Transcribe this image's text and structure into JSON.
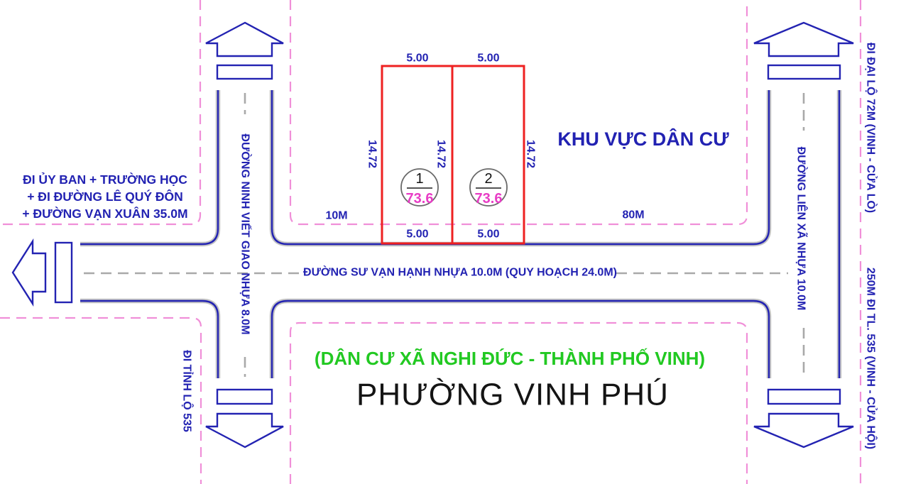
{
  "title_block": {
    "subtitle": "(DÂN CƯ XÃ NGHI ĐỨC - THÀNH PHỐ VINH)",
    "ward_title": "PHƯỜNG VINH PHÚ"
  },
  "area_label": "KHU VỰC DÂN CƯ",
  "left_directions": {
    "line1": "ĐI ỦY BAN + TRƯỜNG HỌC",
    "line2": "+ ĐI ĐƯỜNG LÊ QUÝ ĐÔN",
    "line3": "+ ĐƯỜNG VẠN XUÂN 35.0M"
  },
  "roads": {
    "vertical_left": "ĐƯỜNG NINH VIẾT GIAO NHỰA 8.0M",
    "horizontal": "ĐƯỜNG SƯ VẠN HẠNH NHỰA 10.0M (QUY HOẠCH 24.0M)",
    "vertical_right": "ĐƯỜNG LIÊN XÃ NHỰA 10.0M"
  },
  "margin_notes": {
    "left_bottom": "ĐI TỈNH LỘ 535",
    "right_top": "ĐI ĐẠI LỘ 72M (VINH - CỬA LÒ)",
    "right_bottom": "250M ĐI TL. 535 (VINH - CỬA HỘI)"
  },
  "plots": [
    {
      "id": "1",
      "area": "73.6"
    },
    {
      "id": "2",
      "area": "73.6"
    }
  ],
  "dimensions": {
    "widths_top": [
      "5.00",
      "5.00"
    ],
    "widths_bottom": [
      "5.00",
      "5.00"
    ],
    "depths": [
      "14.72",
      "14.72",
      "14.72"
    ],
    "left_offset": "10M",
    "right_offset": "80M"
  },
  "colors": {
    "road_line_blue": "#2323b2",
    "label_blue": "#2222b2",
    "plot_outline_red": "#ee2121",
    "plot_area_magenta": "#e83cc5",
    "boundary_pink": "#f08fd8",
    "centerline_gray": "#a9a9a9",
    "road_shadow_gray": "#c3c3c3",
    "subtitle_green": "#22c922",
    "ward_black": "#141414"
  }
}
